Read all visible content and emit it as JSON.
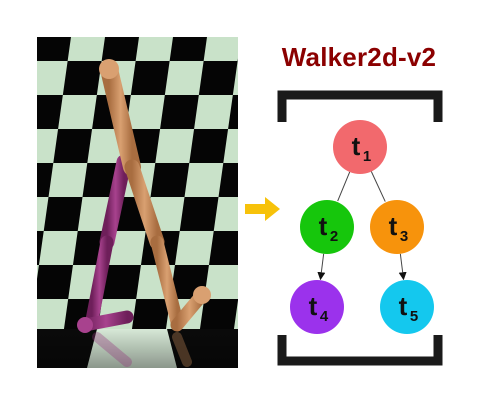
{
  "title": "Walker2d-v2",
  "tree": {
    "nodes": [
      {
        "id": "t1",
        "base": "t",
        "sub": "1",
        "color": "#f2696d"
      },
      {
        "id": "t2",
        "base": "t",
        "sub": "2",
        "color": "#16c60c"
      },
      {
        "id": "t3",
        "base": "t",
        "sub": "3",
        "color": "#f7930c"
      },
      {
        "id": "t4",
        "base": "t",
        "sub": "4",
        "color": "#9b32ec"
      },
      {
        "id": "t5",
        "base": "t",
        "sub": "5",
        "color": "#14c8ee"
      }
    ],
    "edges": [
      {
        "from": "t1",
        "to": "t2"
      },
      {
        "from": "t1",
        "to": "t3"
      },
      {
        "from": "t2",
        "to": "t4"
      },
      {
        "from": "t3",
        "to": "t5"
      }
    ]
  },
  "colors": {
    "title": "#8b0000",
    "arrow": "#f7c20a",
    "bracket": "#1a1a1a",
    "checker_light": "#c9e2c9",
    "checker_dark": "#050505",
    "walker_upper": "#c58a5a",
    "walker_lower": "#93337b"
  },
  "icons": {
    "scene": "walker2d-simulation-image",
    "arrow": "right-arrow-icon"
  }
}
